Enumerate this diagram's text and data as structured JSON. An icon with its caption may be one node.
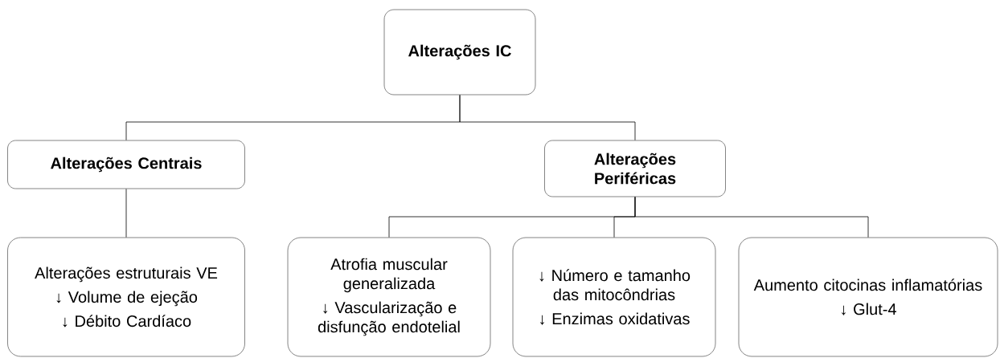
{
  "diagram": {
    "nodes": [
      {
        "text": [
          "Alterações IC"
        ]
      },
      {
        "text": [
          "Alterações Centrais"
        ]
      },
      {
        "text": [
          "Alterações Periféricas"
        ]
      },
      {
        "text": [
          "Alterações estruturais VE",
          "↓ Volume de ejeção",
          "↓ Débito Cardíaco"
        ]
      },
      {
        "text": [
          "Atrofia muscular generalizada",
          "↓ Vascularização e disfunção endotelial"
        ]
      },
      {
        "text": [
          "↓ Número e tamanho das mitocôndrias",
          "↓ Enzimas oxidativas"
        ]
      },
      {
        "text": [
          "Aumento citocinas inflamatórias",
          "↓ Glut-4"
        ]
      }
    ],
    "edges": [
      {
        "from": 0,
        "to": 1,
        "arrow": "none"
      },
      {
        "from": 0,
        "to": 2,
        "arrow": "none"
      },
      {
        "from": 1,
        "to": 3,
        "arrow": "none"
      },
      {
        "from": 2,
        "to": 4,
        "arrow": "none"
      },
      {
        "from": 2,
        "to": 5,
        "arrow": "none"
      },
      {
        "from": 2,
        "to": 6,
        "arrow": "none"
      }
    ]
  }
}
